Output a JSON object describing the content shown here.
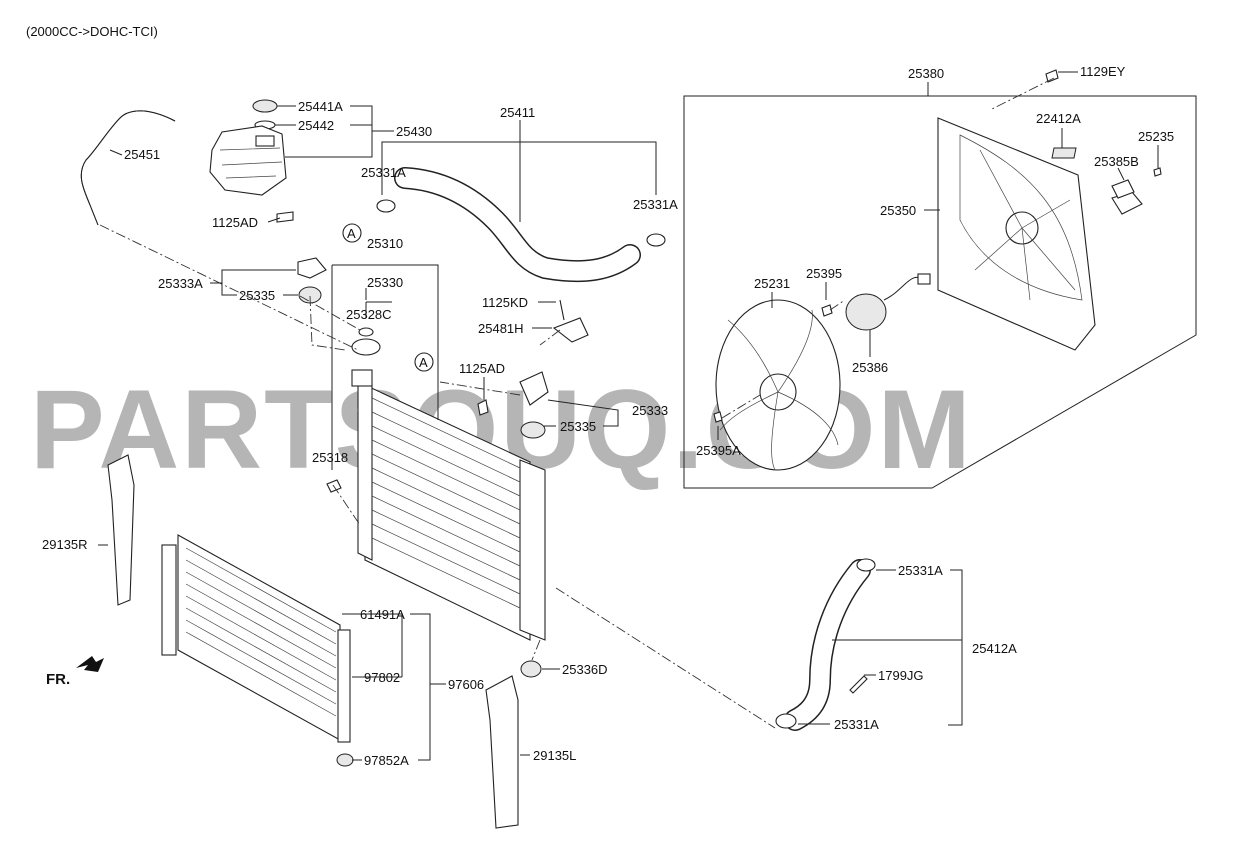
{
  "title": "(2000CC->DOHC-TCI)",
  "watermark": "PARTSOUQ.COM",
  "direction_label": "FR.",
  "callout_letter": "A",
  "parts": {
    "p25441A": "25441A",
    "p25442": "25442",
    "p25430": "25430",
    "p25451": "25451",
    "p1125AD_a": "1125AD",
    "p25411": "25411",
    "p25331A_a": "25331A",
    "p25331A_b": "25331A",
    "p25310": "25310",
    "p25330": "25330",
    "p25328C": "25328C",
    "p25333A": "25333A",
    "p25335_a": "25335",
    "p1125KD": "1125KD",
    "p25481H": "25481H",
    "p1125AD_b": "1125AD",
    "p25333": "25333",
    "p25335_b": "25335",
    "p25318": "25318",
    "p25380": "25380",
    "p1129EY": "1129EY",
    "p22412A": "22412A",
    "p25235": "25235",
    "p25385B": "25385B",
    "p25350": "25350",
    "p25231": "25231",
    "p25395": "25395",
    "p25386": "25386",
    "p25395A": "25395A",
    "p29135R": "29135R",
    "p61491A": "61491A",
    "p97802": "97802",
    "p97606": "97606",
    "p97852A": "97852A",
    "p25336D": "25336D",
    "p29135L": "29135L",
    "p25331A_c": "25331A",
    "p25412A": "25412A",
    "p1799JG": "1799JG",
    "p25331A_d": "25331A"
  }
}
